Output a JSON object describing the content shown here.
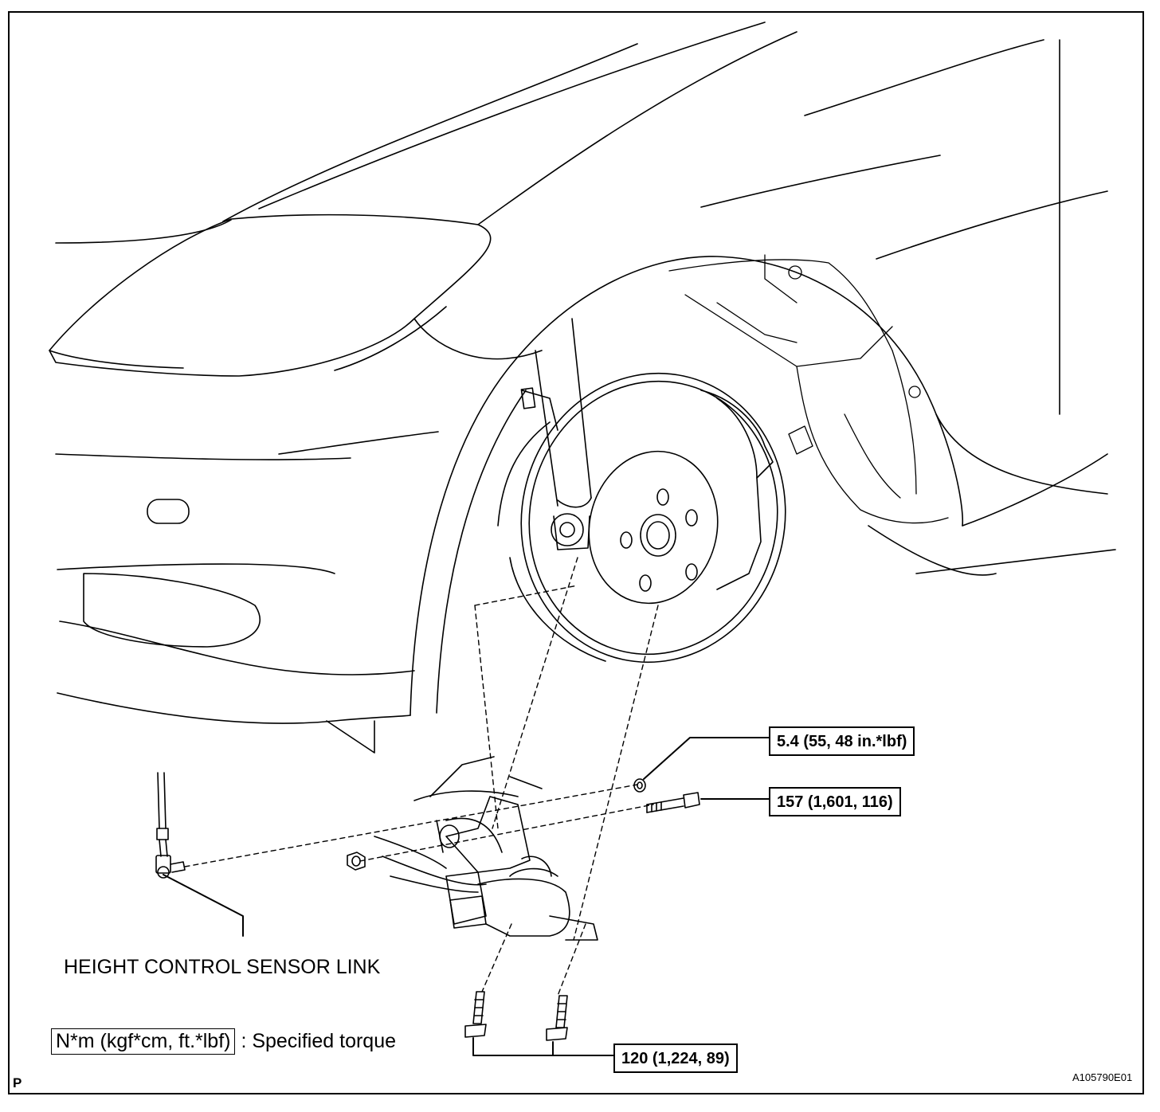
{
  "callouts": {
    "nut_torque": "5.4 (55, 48 in.*lbf)",
    "bolt_torque": "157 (1,601, 116)",
    "lower_bolts_torque": "120 (1,224, 89)"
  },
  "part_label": "HEIGHT CONTROL SENSOR LINK",
  "legend": {
    "boxed_text": "N*m (kgf*cm, ft.*lbf)",
    "suffix": ": Specified torque"
  },
  "corner_mark": "P",
  "figure_id": "A105790E01",
  "icons": [
    "car-front-outline",
    "brake-disc",
    "shock-absorber",
    "lower-arm-assembly",
    "nut",
    "bolt",
    "sensor-link"
  ]
}
